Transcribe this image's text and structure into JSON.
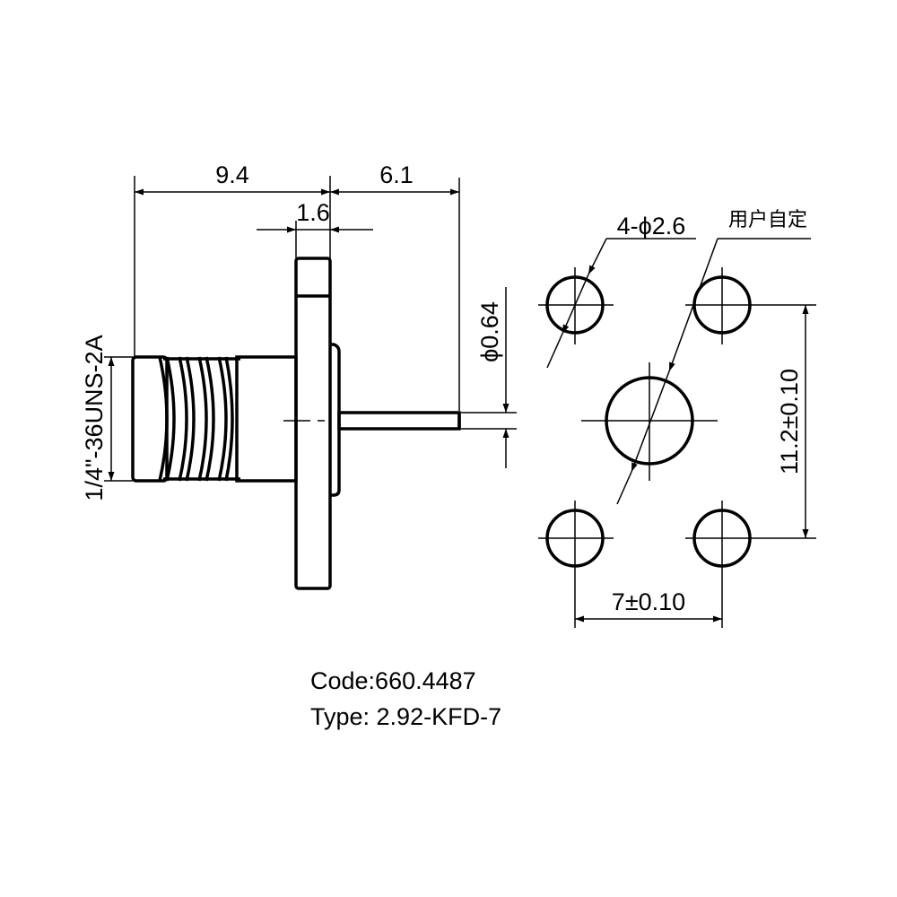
{
  "drawing": {
    "dimensions": {
      "overall_length": "9.4",
      "pin_length": "6.1",
      "flange_thickness": "1.6",
      "pin_diameter": "ϕ0.64",
      "thread_spec": "1/4\"-36UNS-2A",
      "hole_callout": "4-ϕ2.6",
      "custom_note": "用户自定",
      "vertical_spacing": "11.2±0.10",
      "horizontal_spacing": "7±0.10"
    }
  },
  "info": {
    "code": "Code:660.4487",
    "type": "Type: 2.92-KFD-7"
  }
}
